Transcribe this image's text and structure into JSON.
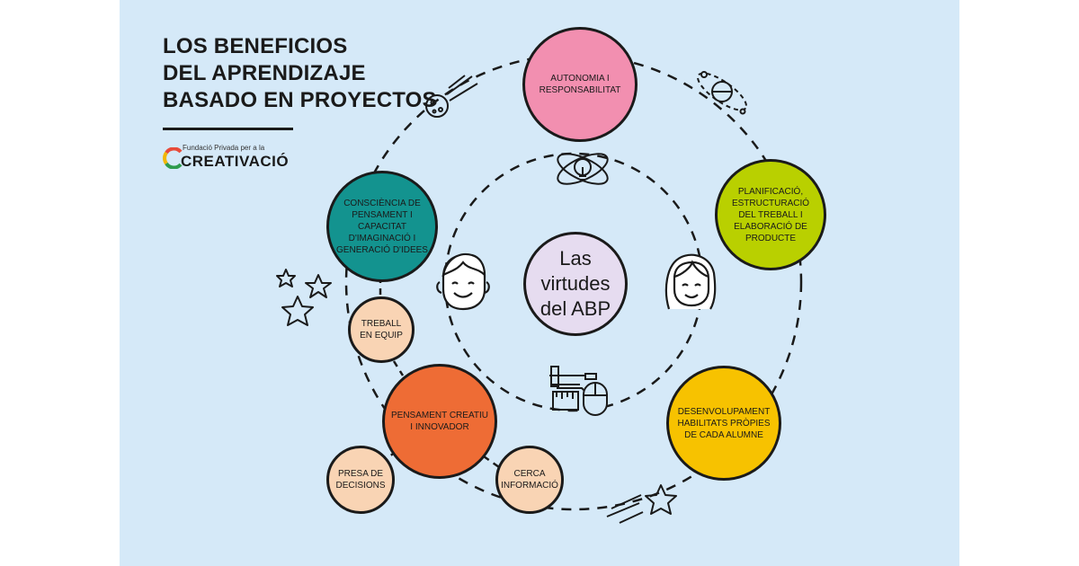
{
  "title": {
    "lines": [
      "LOS BENEFICIOS",
      "DEL APRENDIZAJE",
      "BASADO EN PROYECTOS"
    ]
  },
  "logo": {
    "small": "Fundació Privada per a la",
    "big": "CREATIVACIÓ"
  },
  "center": {
    "line1": "Las virtudes",
    "line2": "del ABP",
    "color": "#e6dcf0"
  },
  "nodes": {
    "autonomia": {
      "text": "AUTONOMIA I RESPONSABILITAT",
      "color": "#f28fb0"
    },
    "planificacio": {
      "text": "PLANIFICACIÓ, ESTRUCTURACIÓ DEL TREBALL I ELABORACIÓ DE PRODUCTE",
      "color": "#b9d000"
    },
    "desenvolupament": {
      "text": "DESENVOLUPAMENT HABILITATS PRÒPIES DE CADA ALUMNE",
      "color": "#f7c200"
    },
    "consciencia": {
      "text": "CONSCIÈNCIA DE PENSAMENT I CAPACITAT D'IMAGINACIÓ I GENERACIÓ D'IDEES",
      "color": "#13938f"
    },
    "treball": {
      "text": "TREBALL EN EQUIP",
      "color": "#f9d4b4"
    },
    "pensament": {
      "text": "PENSAMENT CREATIU I INNOVADOR",
      "color": "#ee6c35"
    },
    "presa": {
      "text": "PRESA DE DECISIONS",
      "color": "#f9d4b4"
    },
    "cerca": {
      "text": "CERCA INFORMACIÓ",
      "color": "#f9d4b4"
    }
  },
  "colors": {
    "background": "#d5e9f8",
    "ink": "#1a1a1a"
  },
  "icons": [
    "idea-atom-icon",
    "boy-face-icon",
    "girl-face-icon",
    "tools-mouse-icon",
    "comet-icon",
    "planet-icon",
    "stars-icon",
    "shooting-star-icon"
  ]
}
